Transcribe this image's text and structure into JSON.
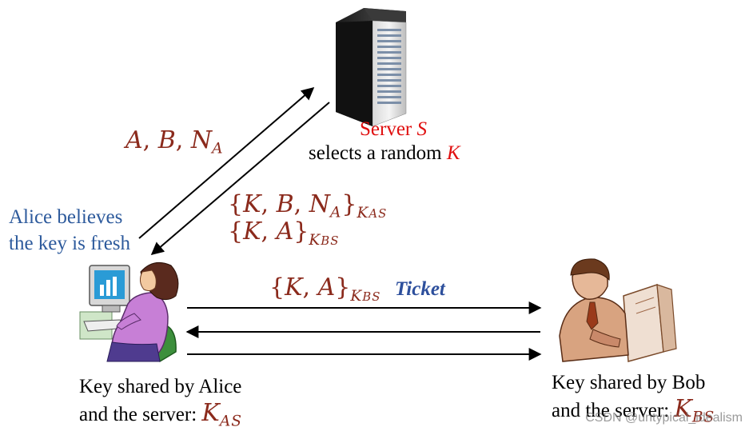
{
  "server": {
    "label_prefix": "Server ",
    "label_var": "S",
    "select_text": "selects a random ",
    "select_var": "K"
  },
  "msg1": {
    "a": "A",
    "b": "B",
    "n": "N",
    "n_sub": "A",
    "sep": ", "
  },
  "msg2": {
    "line1": {
      "open": "{",
      "k": "K",
      "b": "B",
      "n": "N",
      "n_sub": "A",
      "close": "}",
      "key": "K",
      "key_sub": "AS",
      "sep": ", "
    },
    "line2": {
      "open": "{",
      "k": "K",
      "a": "A",
      "close": "}",
      "key": "K",
      "key_sub": "BS",
      "sep": ", "
    }
  },
  "alice_note": {
    "line1": "Alice believes",
    "line2": "the key is fresh",
    "color": "#2d5a9c"
  },
  "ticket": {
    "open": "{",
    "k": "K",
    "a": "A",
    "close": "}",
    "key": "K",
    "key_sub": "BS",
    "sep": ", ",
    "label": "Ticket",
    "label_color": "#2d4f9c"
  },
  "alice_key": {
    "line1": "Key shared by Alice",
    "line2": "and the server: ",
    "key": "K",
    "key_sub": "AS"
  },
  "bob_key": {
    "line1": "Key shared by Bob",
    "line2": "and the server: ",
    "key": "K",
    "key_sub": "BS"
  },
  "watermark": "CSDN @untypical_idealism",
  "colors": {
    "math": "#8b2a1c",
    "server_red": "#e01010",
    "arrow": "#000000"
  }
}
